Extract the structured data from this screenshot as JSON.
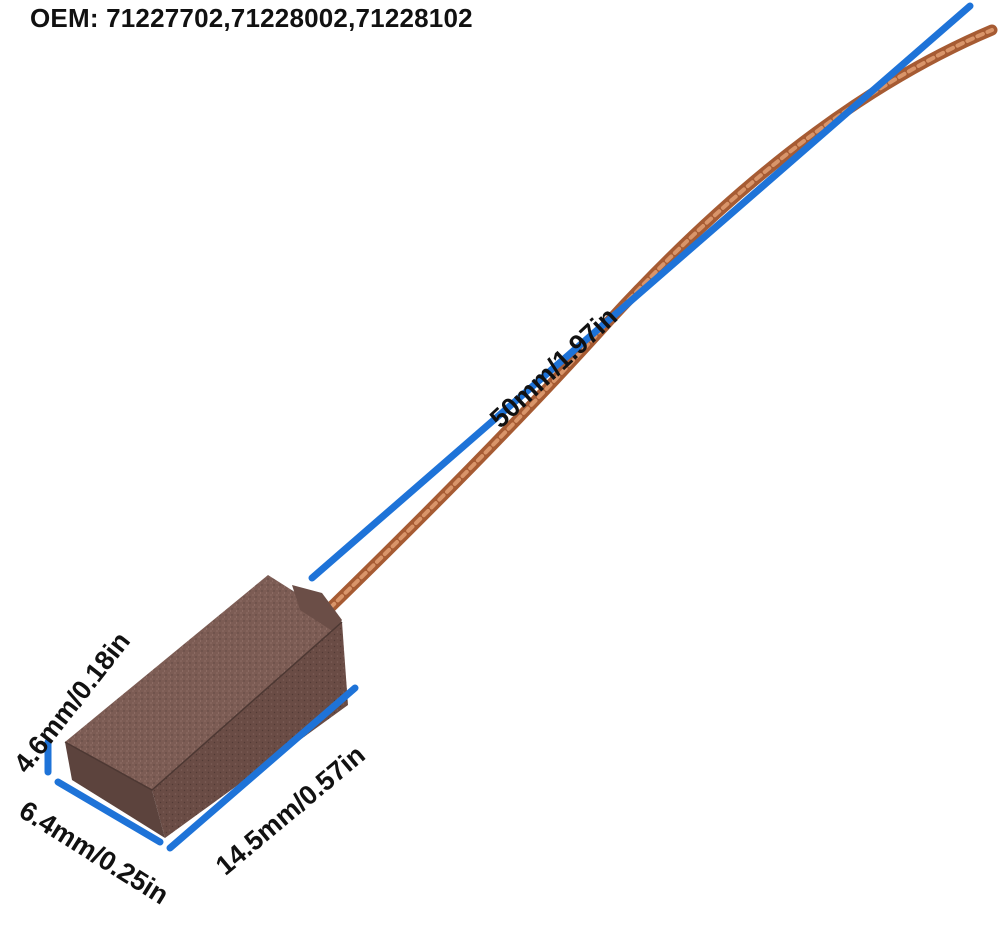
{
  "oem_text": "OEM: 71227702,71228002,71228102",
  "dimensions": {
    "wire_length": "50mm/1.97in",
    "height": "4.6mm/0.18in",
    "width": "6.4mm/0.25in",
    "length": "14.5mm/0.57in"
  },
  "colors": {
    "dimension_line": "#1e73d8",
    "wire": "#b5663c",
    "brush_body": "#7a5a52",
    "background": "#ffffff",
    "text": "#111111"
  }
}
